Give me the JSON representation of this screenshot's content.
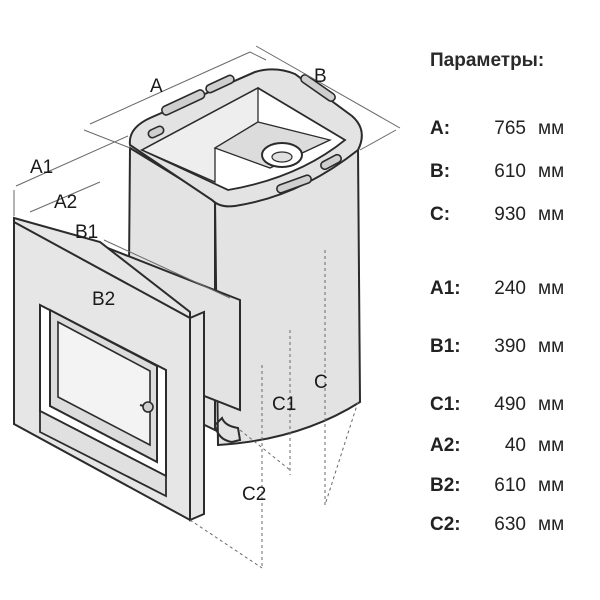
{
  "panel": {
    "title": "Параметры:",
    "rows": [
      {
        "key": "A:",
        "value": "765",
        "unit": "мм"
      },
      {
        "key": "B:",
        "value": "610",
        "unit": "мм"
      },
      {
        "key": "C:",
        "value": "930",
        "unit": "мм"
      },
      {
        "key": "A1:",
        "value": "240",
        "unit": "мм"
      },
      {
        "key": "B1:",
        "value": "390",
        "unit": "мм"
      },
      {
        "key": "C1:",
        "value": "490",
        "unit": "мм"
      },
      {
        "key": "A2:",
        "value": "40",
        "unit": "мм"
      },
      {
        "key": "B2:",
        "value": "610",
        "unit": "мм"
      },
      {
        "key": "C2:",
        "value": "630",
        "unit": "мм"
      }
    ]
  },
  "diagram": {
    "labels": {
      "A": "A",
      "B": "B",
      "C": "C",
      "A1": "A1",
      "A2": "A2",
      "B1": "B1",
      "B2": "B2",
      "C1": "C1",
      "C2": "C2"
    }
  }
}
